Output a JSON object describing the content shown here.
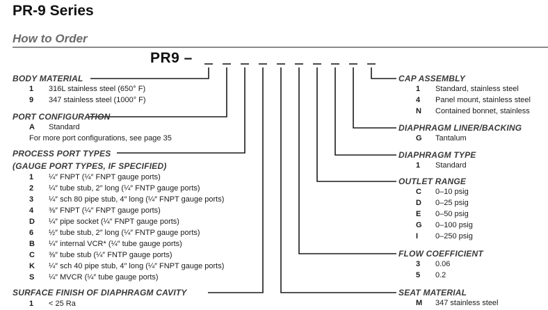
{
  "title": "PR-9 Series",
  "section_title": "How to Order",
  "model_prefix": "PR9 –",
  "left": {
    "body_material": {
      "heading": "BODY MATERIAL",
      "items": [
        {
          "code": "1",
          "desc": "316L stainless steel (650° F)"
        },
        {
          "code": "9",
          "desc": "347 stainless steel (1000° F)"
        }
      ]
    },
    "port_configuration": {
      "heading": "PORT CONFIGURATION",
      "items": [
        {
          "code": "A",
          "desc": "Standard"
        }
      ],
      "note": "For more port configurations, see page 35"
    },
    "process_port_types": {
      "heading": "PROCESS PORT TYPES",
      "subheading": "(GAUGE PORT TYPES, IF SPECIFIED)",
      "items": [
        {
          "code": "1",
          "desc": "¼″ FNPT (¼″ FNPT gauge ports)"
        },
        {
          "code": "2",
          "desc": "¼″ tube stub, 2″ long (¼″ FNTP gauge ports)"
        },
        {
          "code": "3",
          "desc": "¼″ sch 80 pipe stub, 4″ long (¼″ FNPT gauge ports)"
        },
        {
          "code": "4",
          "desc": "⅜″ FNPT (¼″ FNPT gauge ports)"
        },
        {
          "code": "D",
          "desc": "¼″ pipe socket (¼″ FNPT gauge ports)"
        },
        {
          "code": "6",
          "desc": "½″ tube stub, 2″ long (¼″ FNTP gauge ports)"
        },
        {
          "code": "B",
          "desc": "¼″ internal VCR* (¼″ tube gauge ports)"
        },
        {
          "code": "C",
          "desc": "⅜″ tube stub (¼″ FNTP gauge ports)"
        },
        {
          "code": "K",
          "desc": "¼″ sch 40 pipe stub, 4″ long (¼″ FNPT gauge ports)"
        },
        {
          "code": "S",
          "desc": "¼″ MVCR (¼″ tube gauge ports)"
        }
      ]
    },
    "surface_finish": {
      "heading": "SURFACE FINISH OF DIAPHRAGM CAVITY",
      "items": [
        {
          "code": "1",
          "desc": "< 25 Ra"
        }
      ]
    }
  },
  "right": {
    "cap_assembly": {
      "heading": "CAP ASSEMBLY",
      "items": [
        {
          "code": "1",
          "desc": "Standard, stainless steel"
        },
        {
          "code": "4",
          "desc": "Panel mount, stainless steel"
        },
        {
          "code": "N",
          "desc": "Contained bonnet, stainless"
        }
      ]
    },
    "diaphragm_liner": {
      "heading": "DIAPHRAGM LINER/BACKING",
      "items": [
        {
          "code": "G",
          "desc": "Tantalum"
        }
      ]
    },
    "diaphragm_type": {
      "heading": "DIAPHRAGM TYPE",
      "items": [
        {
          "code": "1",
          "desc": "Standard"
        }
      ]
    },
    "outlet_range": {
      "heading": "OUTLET RANGE",
      "items": [
        {
          "code": "C",
          "desc": "0–10 psig"
        },
        {
          "code": "D",
          "desc": "0–25 psig"
        },
        {
          "code": "E",
          "desc": "0–50 psig"
        },
        {
          "code": "G",
          "desc": "0–100 psig"
        },
        {
          "code": "I",
          "desc": "0–250 psig"
        }
      ]
    },
    "flow_coefficient": {
      "heading": "FLOW COEFFICIENT",
      "items": [
        {
          "code": "3",
          "desc": "0.06"
        },
        {
          "code": "5",
          "desc": "0.2"
        }
      ]
    },
    "seat_material": {
      "heading": "SEAT MATERIAL",
      "items": [
        {
          "code": "M",
          "desc": "347 stainless steel"
        }
      ]
    }
  }
}
